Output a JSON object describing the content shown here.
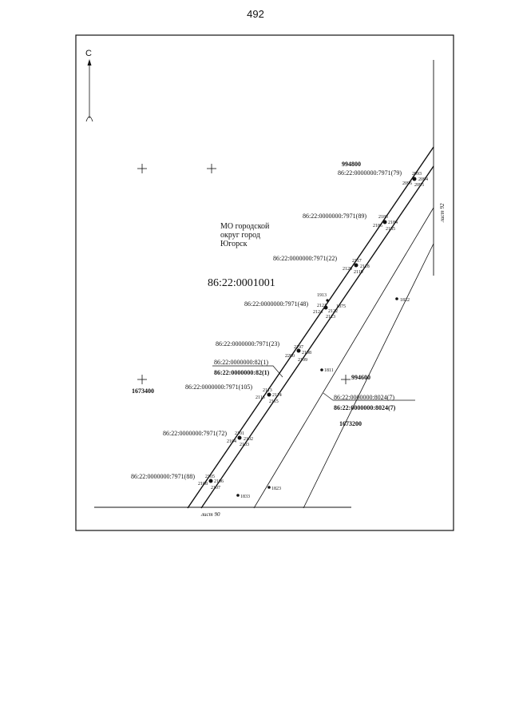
{
  "page_number": "492",
  "north_label": "С",
  "area_label": [
    "МО городской",
    "округ город",
    "Югорск"
  ],
  "quarter_label": "86:22:0001001",
  "coordinates": {
    "top_right": "994800",
    "right_mid": "994600",
    "left": "1673400",
    "bottom_right": "1673200"
  },
  "sheets": {
    "bottom": "лист 90",
    "right": "лист 92"
  },
  "parcels": [
    "86:22:0000000:7971(79)",
    "86:22:0000000:7971(89)",
    "86:22:0000000:7971(22)",
    "86:22:0000000:7971(48)",
    "86:22:0000000:7971(23)",
    "86:22:0000000:82(1)",
    "86:22:0000000:82(1)",
    "86:22:0000000:7971(105)",
    "86:22:0000000:8024(7)",
    "86:22:0000000:8024(7)",
    "86:22:0000000:7971(72)",
    "86:22:0000000:7971(88)"
  ],
  "points": [
    "2093",
    "2094",
    "2096",
    "2095",
    "2183",
    "2184",
    "2186",
    "2185",
    "2117",
    "2118",
    "2120",
    "2119",
    "1913",
    "2121",
    "1875",
    "2124",
    "2122",
    "2123",
    "2197",
    "2198",
    "2200",
    "2199",
    "1811",
    "1822",
    "2113",
    "2114",
    "2116",
    "2115",
    "2101",
    "2102",
    "2104",
    "2103",
    "2105",
    "2106",
    "2108",
    "2107",
    "1833",
    "1823"
  ]
}
